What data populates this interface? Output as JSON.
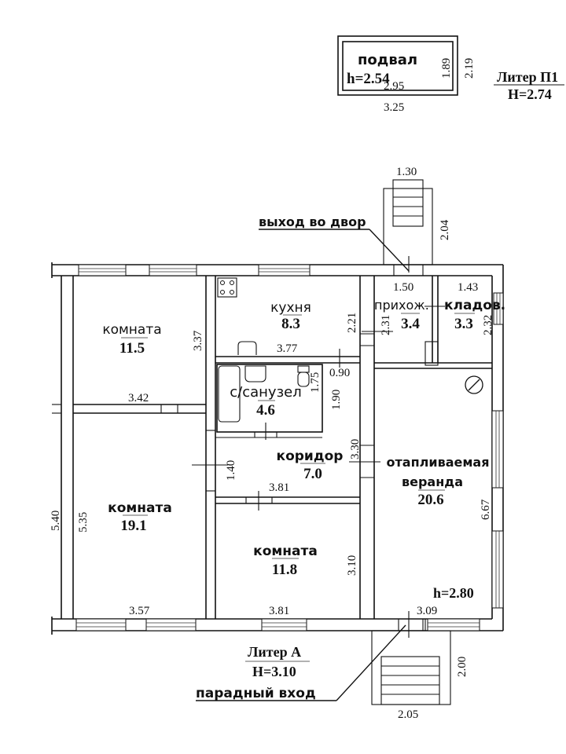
{
  "basement": {
    "name": "подвал",
    "height": "h=2.54",
    "inner_width": "2.95",
    "outer_width": "3.25",
    "inner_depth": "1.89",
    "outer_depth": "2.19"
  },
  "liter_p1": {
    "title": "Литер П1",
    "height": "H=2.74"
  },
  "liter_a": {
    "title": "Литер А",
    "height": "H=3.10"
  },
  "callouts": {
    "yard_exit": "выход во двор",
    "front_entrance": "парадный вход"
  },
  "rooms": {
    "room1": {
      "name": "комната",
      "area": "11.5",
      "width": "3.42",
      "depth": "3.37"
    },
    "kitchen": {
      "name": "кухня",
      "area": "8.3",
      "width": "3.77",
      "depth": "2.21"
    },
    "bathroom": {
      "name": "с/санузел",
      "area": "4.6",
      "dim_a": "1.75",
      "dim_b": "1.90",
      "dim_c": "0.90"
    },
    "hall": {
      "name": "прихож.",
      "area": "3.4",
      "width": "1.50",
      "depth": "2.31"
    },
    "storage": {
      "name": "кладов.",
      "area": "3.3",
      "width": "1.43",
      "depth": "2.32"
    },
    "corridor": {
      "name": "коридор",
      "area": "7.0",
      "width": "3.81",
      "depth": "1.40",
      "side": "3.30"
    },
    "room2": {
      "name": "комната",
      "area": "19.1",
      "width": "3.57",
      "depth": "5.35",
      "outer": "5.40"
    },
    "room3": {
      "name": "комната",
      "area": "11.8",
      "width": "3.81",
      "depth": "3.10"
    },
    "veranda": {
      "name_line1": "отапливаемая",
      "name_line2": "веранда",
      "area": "20.6",
      "width": "3.09",
      "depth": "6.67",
      "height": "h=2.80"
    }
  },
  "stairs": {
    "rear": {
      "width": "1.30",
      "length": "2.04"
    },
    "front": {
      "width": "2.05",
      "length": "2.00"
    }
  }
}
